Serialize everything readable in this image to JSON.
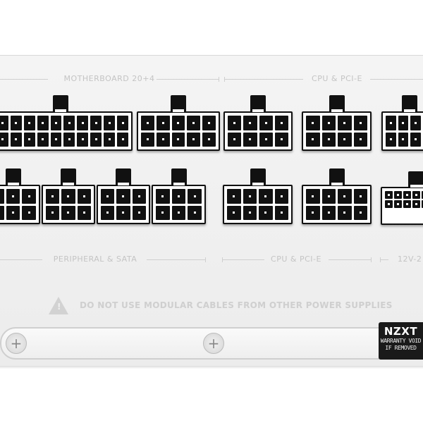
{
  "labels": {
    "motherboard": "MOTHERBOARD 20+4",
    "cpu_pcie_top": "CPU & PCI-E",
    "peripheral_sata": "PERIPHERAL & SATA",
    "cpu_pcie_bottom": "CPU & PCI-E",
    "high_power": "12V-2"
  },
  "warning": {
    "icon": "warning-triangle-icon",
    "text": "DO NOT USE MODULAR CABLES FROM OTHER POWER SUPPLIES"
  },
  "badge": {
    "brand": "NZXT",
    "line1": "WARRANTY VOID",
    "line2": "IF REMOVED"
  },
  "connectors": {
    "top": [
      {
        "group": "motherboard",
        "cols": 10
      },
      {
        "group": "motherboard",
        "cols": 5
      },
      {
        "group": "cpu-pcie",
        "cols": 4
      },
      {
        "group": "cpu-pcie",
        "cols": 4
      },
      {
        "group": "cpu-pcie",
        "cols": 4
      }
    ],
    "bottom": [
      {
        "group": "peripheral-sata",
        "cols": 3
      },
      {
        "group": "peripheral-sata",
        "cols": 3
      },
      {
        "group": "peripheral-sata",
        "cols": 3
      },
      {
        "group": "peripheral-sata",
        "cols": 3
      },
      {
        "group": "cpu-pcie",
        "cols": 4
      },
      {
        "group": "cpu-pcie",
        "cols": 4
      }
    ]
  }
}
